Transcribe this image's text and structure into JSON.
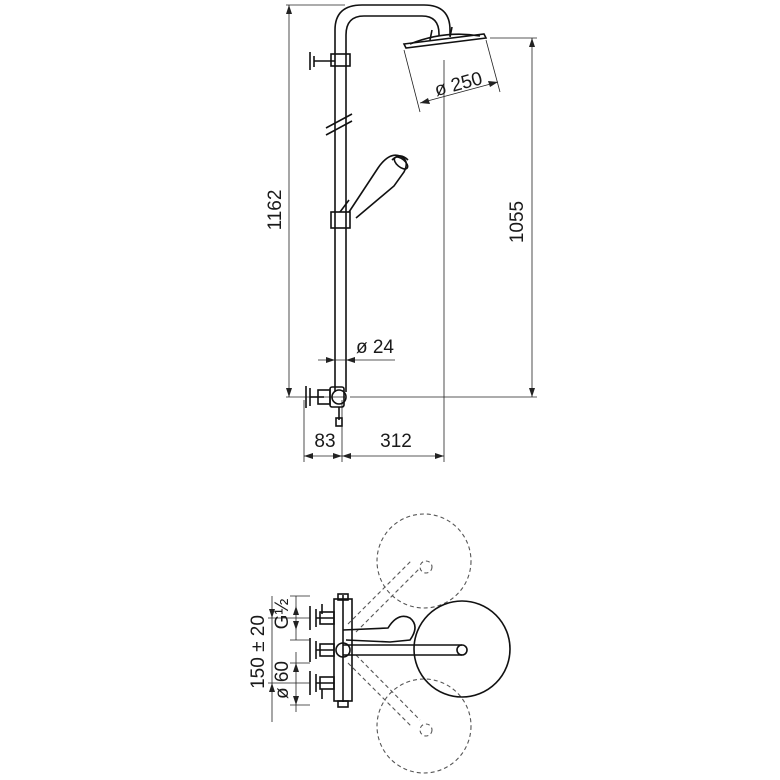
{
  "front_view": {
    "dim_total_height": "1162",
    "dim_head_height": "1055",
    "dim_head_diameter": "ø 250",
    "dim_bar_diameter": "ø 24",
    "dim_left_offset": "83",
    "dim_arm_length": "312"
  },
  "top_view": {
    "dim_center_distance": "150 ± 20",
    "dim_thread": "G½",
    "dim_flange_diameter": "ø 60"
  }
}
